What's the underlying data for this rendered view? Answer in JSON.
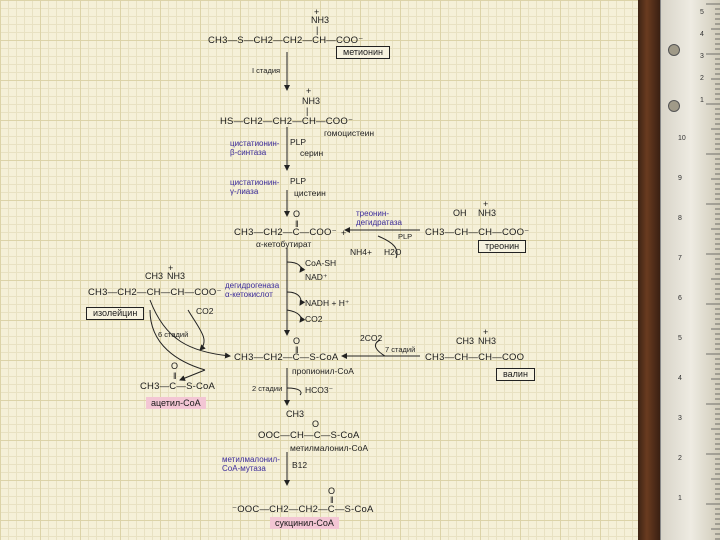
{
  "methionine": {
    "formula": "CH3—S—CH2—CH2—CH—COO⁻",
    "nh3": "NH3",
    "plus": "+",
    "label": "метионин"
  },
  "stage1": "I стадия",
  "homocysteine": {
    "formula": "HS—CH2—CH2—CH—COO⁻",
    "nh3": "NH3",
    "plus": "+",
    "label": "гомоцистеин"
  },
  "cystathionine_synthase": {
    "enzyme": "цистатионин-β-синтаза",
    "cofactor": "PLP",
    "reactant": "серин"
  },
  "cystathionine_lyase": {
    "enzyme": "цистатионин-γ-лиаза",
    "cofactor": "PLP",
    "product": "цистеин"
  },
  "ketobutyrate": {
    "formula": "CH3—CH2—C—COO⁻",
    "oxygen": "O",
    "label": "α-кетобутират",
    "plus_sign": "+"
  },
  "threonine_dehydratase": {
    "enzyme": "треонин-дегидратаза",
    "cofactor": "PLP",
    "nh4": "NH4+",
    "water": "H2O"
  },
  "threonine": {
    "formula": "CH3—CH—CH—COO⁻",
    "oh": "OH",
    "nh3": "NH3",
    "plus": "+",
    "label": "треонин"
  },
  "isoleucine": {
    "formula": "CH3—CH2—CH—CH—COO⁻",
    "ch3": "CH3",
    "nh3": "NH3",
    "plus": "+",
    "label": "изолейцин"
  },
  "dehydrogenase": {
    "enzyme": "дегидрогеназа α-кетокислот",
    "coa_sh": "CoA-SH",
    "nad": "NAD⁺",
    "nadh": "NADH + H⁺",
    "co2": "CO2"
  },
  "isoleucine_branch": {
    "co2": "CO2",
    "stage": "6 стадий"
  },
  "acetyl_coa": {
    "formula": "CH3—C—S-CoA",
    "oxygen": "O",
    "label": "ацетил-CoA"
  },
  "propionyl_coa": {
    "formula": "CH3—CH2—C—S-CoA",
    "oxygen": "O",
    "label": "пропионил-CoA"
  },
  "valine": {
    "formula": "CH3—CH—CH—COO",
    "ch3": "CH3",
    "nh3": "NH3",
    "plus": "+",
    "label": "валин",
    "co2": "2CO2",
    "stage": "7 стадий"
  },
  "carboxylation": {
    "stage": "2 стадии",
    "hco3": "HCO3⁻"
  },
  "methylmalonyl_coa": {
    "formula": "OOC—CH—C—S-CoA",
    "ch3": "CH3",
    "oxygen": "O",
    "label": "метилмалонил-CoA"
  },
  "mutase": {
    "enzyme": "метилмалонил-CoA-мутаза",
    "cofactor": "B12"
  },
  "succinyl_coa": {
    "formula": "⁻OOC—CH2—CH2—C—S-CoA",
    "oxygen": "O",
    "label": "сукцинил-CoA"
  },
  "colors": {
    "enzyme_text": "#3a2a9a",
    "highlight": "#f3c6d4",
    "grid": "#dcd3a8",
    "background": "#f5f0d8"
  },
  "ruler": {
    "top_numbers": [
      "5",
      "4",
      "3",
      "2",
      "1"
    ],
    "bottom_numbers": [
      "10",
      "9",
      "8",
      "7",
      "6",
      "5",
      "4",
      "3",
      "2",
      "1"
    ]
  }
}
